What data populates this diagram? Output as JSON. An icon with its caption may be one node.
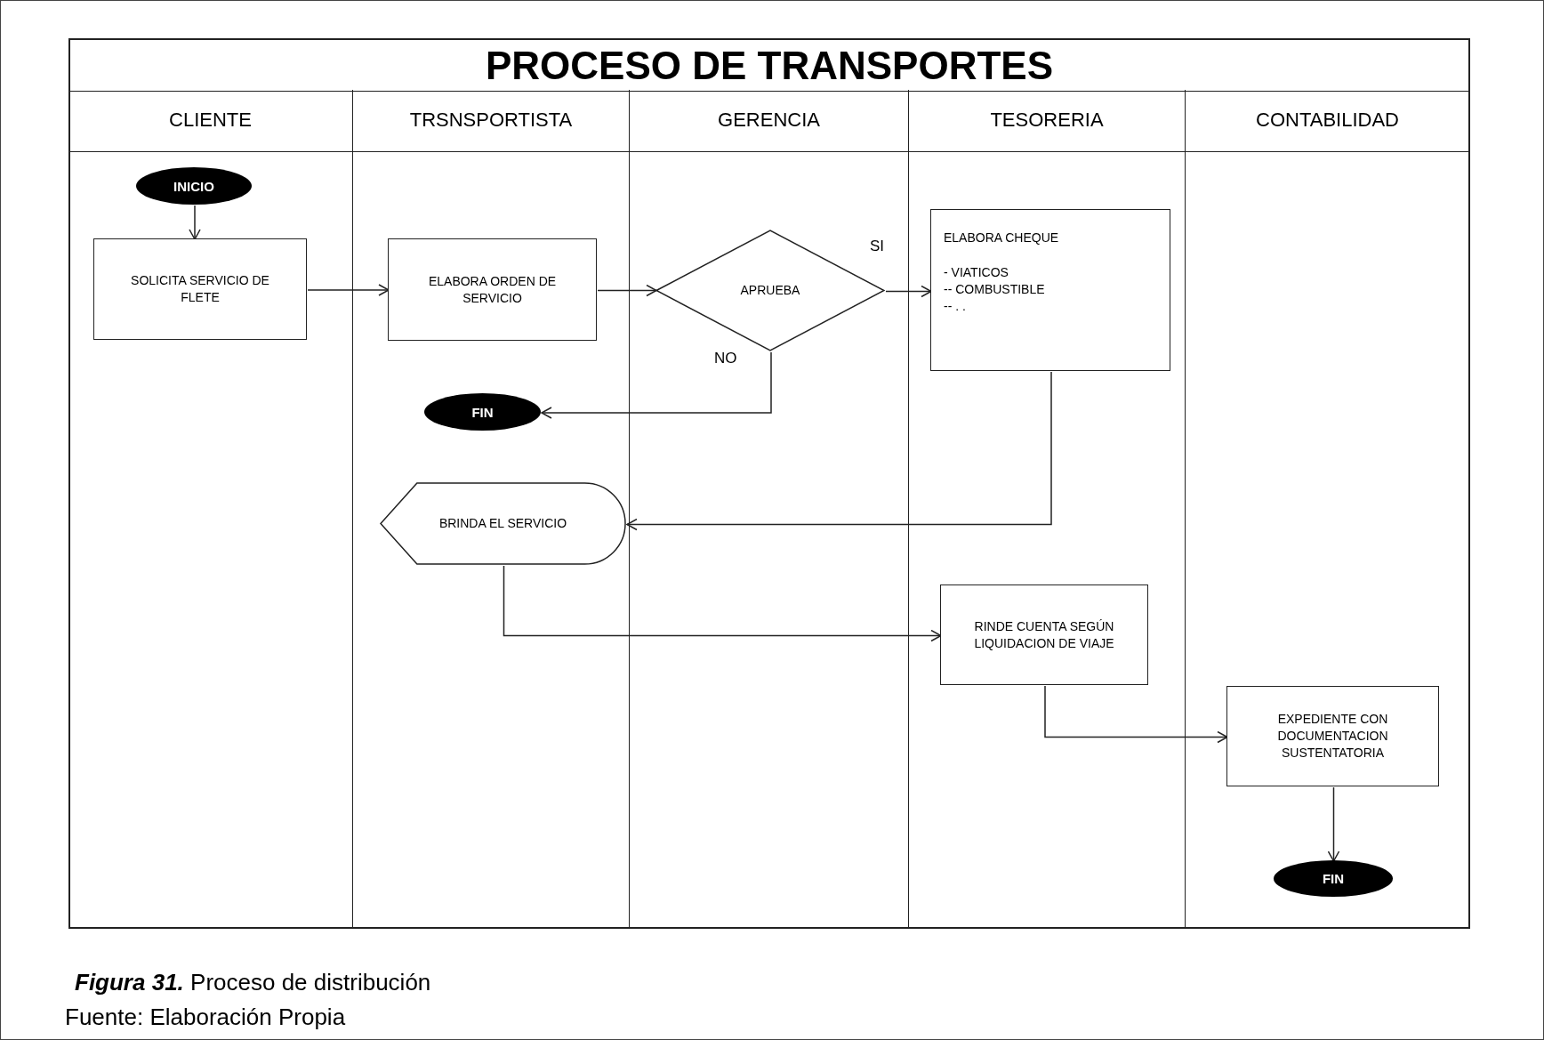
{
  "diagram": {
    "title": "PROCESO DE TRANSPORTES",
    "caption": "**Figura 31.** Proceso de distribución",
    "nodes": [
      {
        "text": [
          "CLIENTE"
        ]
      },
      {
        "text": [
          "TRSNSPORTISTA"
        ]
      },
      {
        "text": [
          "GERENCIA"
        ]
      },
      {
        "text": [
          "TESORERIA"
        ]
      },
      {
        "text": [
          "CONTABILIDAD"
        ]
      },
      {
        "text": [
          "INICIO"
        ],
        "in": 0
      },
      {
        "text": [
          "SOLICITA SERVICIO  DE  FLETE"
        ],
        "in": 0
      },
      {
        "text": [
          "ELABORA ORDEN DE SERVICIO"
        ],
        "in": 1
      },
      {
        "text": [
          "FIN"
        ],
        "in": 1
      },
      {
        "text": [
          "BRINDA EL SERVICIO"
        ],
        "in": 1
      },
      {
        "text": [
          "APRUEBA"
        ],
        "in": 2
      },
      {
        "text": [
          "ELABORA CHEQUE",
          "- VIATICOS",
          "-- COMBUSTIBLE",
          "-- . ."
        ],
        "in": 3
      },
      {
        "text": [
          "RINDE CUENTA SEGÚN LIQUIDACION DE VIAJE"
        ],
        "in": 3
      },
      {
        "text": [
          "EXPEDIENTE CON DOCUMENTACION SUSTENTATORIA"
        ],
        "in": 4
      },
      {
        "text": [
          "FIN"
        ],
        "in": 4
      }
    ],
    "edges": [
      {
        "from": 5,
        "to": 6,
        "arrow": "to"
      },
      {
        "from": 6,
        "to": 7,
        "arrow": "to"
      },
      {
        "from": 7,
        "to": 10,
        "arrow": "to"
      },
      {
        "from": 10,
        "to": 11,
        "arrow": "to",
        "label": "SI"
      },
      {
        "from": 10,
        "to": 8,
        "arrow": "to",
        "label": "NO"
      },
      {
        "from": 11,
        "to": 9,
        "arrow": "to"
      },
      {
        "from": 9,
        "to": 12,
        "arrow": "to"
      },
      {
        "from": 12,
        "to": 13,
        "arrow": "to"
      },
      {
        "from": 13,
        "to": 14,
        "arrow": "to"
      }
    ],
    "labels": [
      "Fuente: Elaboración Propia"
    ]
  }
}
